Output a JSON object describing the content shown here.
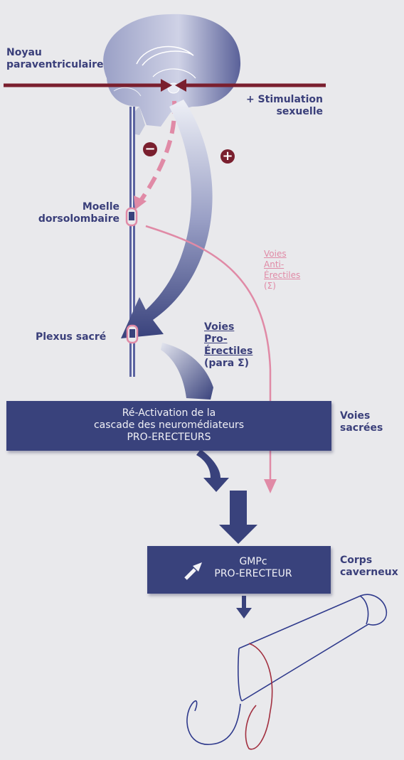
{
  "labels": {
    "noyau": [
      "Noyau",
      "paraventriculaire"
    ],
    "stimulation": [
      "+ Stimulation",
      "sexuelle"
    ],
    "moelle": [
      "Moelle",
      "dorsolombaire"
    ],
    "plexus": "Plexus sacré",
    "voies_pro": [
      "Voies",
      "Pro-",
      "Érectiles",
      "(para Σ)"
    ],
    "voies_anti": [
      "Voies",
      "Anti-",
      "Érectiles",
      "(Σ)"
    ],
    "voies_sacrees": [
      "Voies",
      "sacrées"
    ],
    "corps_caverneux": [
      "Corps",
      "caverneux"
    ]
  },
  "boxes": {
    "reactivation": [
      "Ré-Activation de la",
      "cascade des neuromédiateurs",
      "PRO-ERECTEURS"
    ],
    "gmpc": [
      "GMPc",
      "PRO-ERECTEUR"
    ]
  },
  "signs": {
    "minus": "−",
    "plus": "+"
  },
  "colors": {
    "background": "#e9e9ec",
    "navy": "#39427c",
    "maroon": "#7a1f2e",
    "pink": "#e08aa6",
    "label": "#3a3f7a"
  }
}
